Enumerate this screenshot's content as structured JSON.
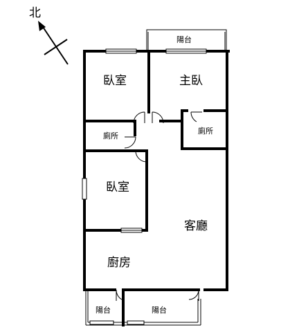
{
  "compass": {
    "label": "北"
  },
  "rooms": {
    "balcony_top": "陽台",
    "bedroom_upper": "臥室",
    "master_bedroom": "主臥",
    "bathroom_left": "廁所",
    "bathroom_right": "廁所",
    "bedroom_lower": "臥室",
    "living_room": "客廳",
    "kitchen": "廚房",
    "balcony_bottom_left": "陽台",
    "balcony_bottom_right": "陽台"
  }
}
